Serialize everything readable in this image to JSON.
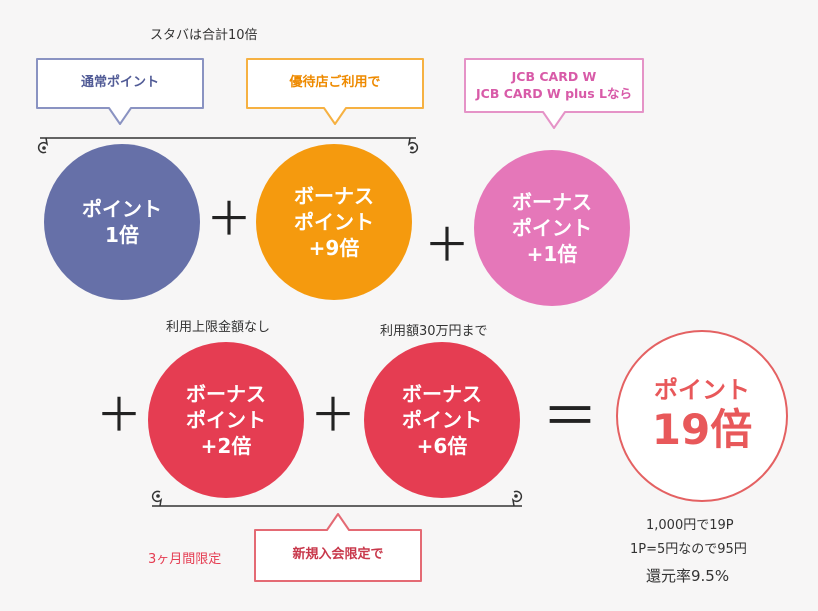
{
  "top_caption": "スタバは合計10倍",
  "bubbles": {
    "normal": "通常ポイント",
    "partner": "優待店ご利用で",
    "card_line1": "JCB CARD W",
    "card_line2": "JCB CARD W plus Lなら",
    "new_member": "新規入会限定で"
  },
  "circles": {
    "point1": {
      "line1": "ポイント",
      "line2": "1倍"
    },
    "bonus9": {
      "line1": "ボーナス",
      "line2": "ポイント",
      "line3": "+9倍"
    },
    "bonus1": {
      "line1": "ボーナス",
      "line2": "ポイント",
      "line3": "+1倍"
    },
    "bonus2": {
      "line1": "ボーナス",
      "line2": "ポイント",
      "line3": "+2倍"
    },
    "bonus6": {
      "line1": "ボーナス",
      "line2": "ポイント",
      "line3": "+6倍"
    }
  },
  "captions": {
    "no_limit": "利用上限金額なし",
    "limit_300k": "利用額30万円まで",
    "three_months": "3ヶ月間限定"
  },
  "operators": {
    "plus": "＋",
    "equals": "＝"
  },
  "result": {
    "line1": "ポイント",
    "line2": "19倍"
  },
  "notes": {
    "line1": "1,000円で19P",
    "line2": "1P=5円なので95円",
    "line3": "還元率9.5%"
  },
  "colors": {
    "navy": "#6670a8",
    "orange": "#f59a0e",
    "pink": "#e577b9",
    "red": "#e53d52",
    "result_red": "#e8585a"
  }
}
